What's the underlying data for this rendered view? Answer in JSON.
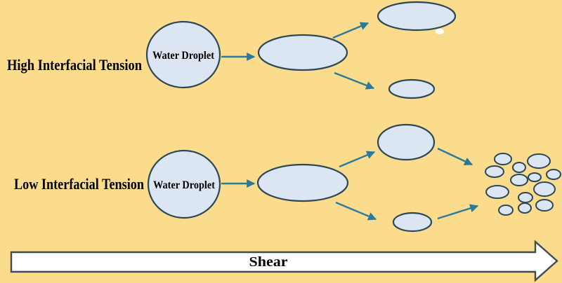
{
  "diagram": {
    "rows": [
      {
        "label": "High Interfacial Tension",
        "droplet_label": "Water Droplet"
      },
      {
        "label": "Low Interfacial Tension",
        "droplet_label": "Water Droplet"
      }
    ],
    "shear_label": "Shear",
    "colors": {
      "background": "#FBDC8C",
      "droplet_fill": "#DCE6F2",
      "droplet_stroke": "#2C4757",
      "arrow_color": "#2B7A9E",
      "shear_fill": "#FFFFFF",
      "shear_stroke": "#3E4D55",
      "text_color": "#000000",
      "highlight_dot": "#FFFFFF"
    }
  }
}
